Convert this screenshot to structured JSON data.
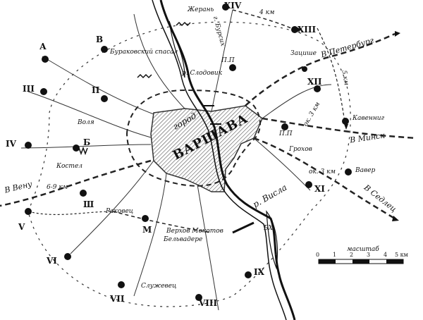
{
  "map": {
    "city_label": "ВАРШАВА",
    "gorod_label": "город",
    "river_label": "р. Висла",
    "scale": {
      "title": "масштаб",
      "ticks": [
        "0",
        "1",
        "2",
        "3",
        "4",
        "5 км"
      ]
    },
    "forts": [
      "XIV",
      "XIII",
      "XII",
      "XI",
      "IX",
      "VIII",
      "VII",
      "VI",
      "V",
      "IV",
      "III",
      "А",
      "В",
      "П",
      "Б",
      "М",
      "Ш"
    ],
    "places": {
      "zhoraln": "Жерань",
      "burakovsky": "Бураковский спасал",
      "slodowik": "р. Слодовик",
      "zaushe": "Зацише",
      "gochb": "г. Бурсих",
      "pp1": "П.П",
      "pp2": "П.П",
      "kaveniya": "Кавенниг",
      "grokhov": "Грохов",
      "vaver": "Вавер",
      "ok3_1": "ок. 3 км",
      "ok3_2": "ок. 3 км",
      "km5": "5 км",
      "km4": "4 км",
      "km69": "6-9 км",
      "vola": "Воля",
      "rakovets": "Раковец",
      "mokotov": "Верхов Мокотов",
      "belya_mine": "Бельвадере",
      "sluzhevets": "Служевец",
      "kostel": "Костел",
      "bx": "БХ"
    },
    "directions": {
      "to_peterburg": "В Петербург",
      "to_minsk": "В Минск",
      "to_siedlce": "В Седлец",
      "to_vena": "В Вену"
    }
  }
}
